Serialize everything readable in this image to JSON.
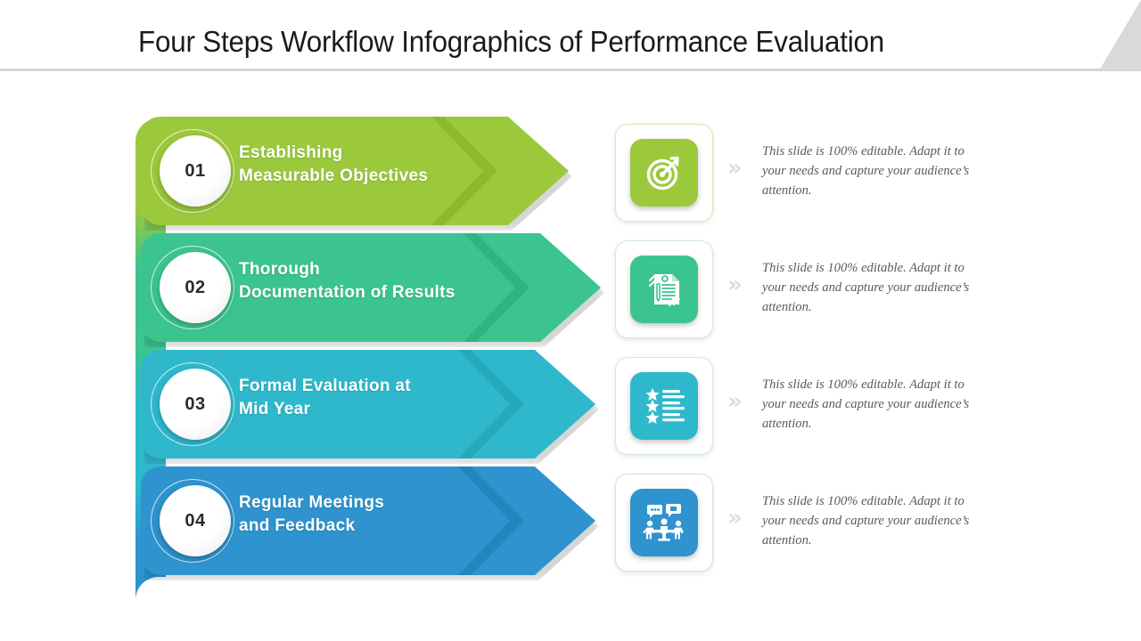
{
  "header": {
    "title": "Four Steps Workflow Infographics of Performance Evaluation",
    "corner_decoration": "angled-gray-shape"
  },
  "theme": {
    "background": "#ffffff",
    "title_color": "#1b1b1b",
    "rule_color": "#d6d6d6",
    "corner_color": "#d9d9d9",
    "description_color": "#5a5a5a",
    "chevron_marker_color": "#dcdcdc"
  },
  "steps": [
    {
      "number": "01",
      "title_line1": "Establishing",
      "title_line2": "Measurable Objectives",
      "color": "#9cc93c",
      "color_dark": "#8ab92f",
      "icon": "target-arrow-icon",
      "chevron_marker": "»",
      "description": "This slide is 100% editable. Adapt it to your needs and capture your audience’s attention.",
      "band_width": 412,
      "icon_border": "#d9e6b8"
    },
    {
      "number": "02",
      "title_line1": "Thorough",
      "title_line2": "Documentation of Results",
      "color": "#3bc490",
      "color_dark": "#2eb27f",
      "icon": "document-pencil-icon",
      "chevron_marker": "»",
      "description": "This slide is 100% editable. Adapt it to your needs and capture your audience’s attention.",
      "band_width": 448,
      "icon_border": "#cfe9dd"
    },
    {
      "number": "03",
      "title_line1": "Formal Evaluation at",
      "title_line2": "Mid Year",
      "color": "#2fb8cc",
      "color_dark": "#24a7bb",
      "icon": "star-checklist-icon",
      "chevron_marker": "»",
      "description": "This slide is 100% editable. Adapt it to your needs and capture your audience’s attention.",
      "band_width": 442,
      "icon_border": "#cfe6ee"
    },
    {
      "number": "04",
      "title_line1": "Regular Meetings",
      "title_line2": "and Feedback",
      "color": "#2e93ce",
      "color_dark": "#2283bb",
      "icon": "meeting-people-icon",
      "chevron_marker": "»",
      "description": "This slide is 100% editable. Adapt it to your needs and capture your audience’s attention.",
      "band_width": 442,
      "icon_border": "#cfe0ee"
    }
  ]
}
